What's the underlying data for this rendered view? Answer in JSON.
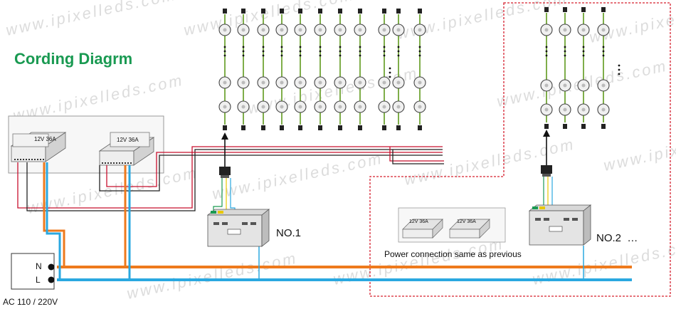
{
  "diagram": {
    "title": "Cording Diagrm",
    "supplies": [
      {
        "label": "12V  36A"
      },
      {
        "label": "12V  36A"
      }
    ],
    "mini_supplies": [
      {
        "label": "12V 36A"
      },
      {
        "label": "12V 36A"
      }
    ],
    "controllers": [
      {
        "label": "NO.1"
      },
      {
        "label": "NO.2  …"
      }
    ],
    "power_note": "Power connection same as previous",
    "terminals": {
      "n": "N",
      "l": "L"
    },
    "ac_label": "AC 110 / 220V",
    "watermark": "www.ipixelleds.com",
    "colors": {
      "title": "#1a9a52",
      "live": "#2aa8e0",
      "neutral": "#ee7a1d",
      "wire_red": "#c8102e",
      "frame_red": "#d6202f"
    }
  }
}
